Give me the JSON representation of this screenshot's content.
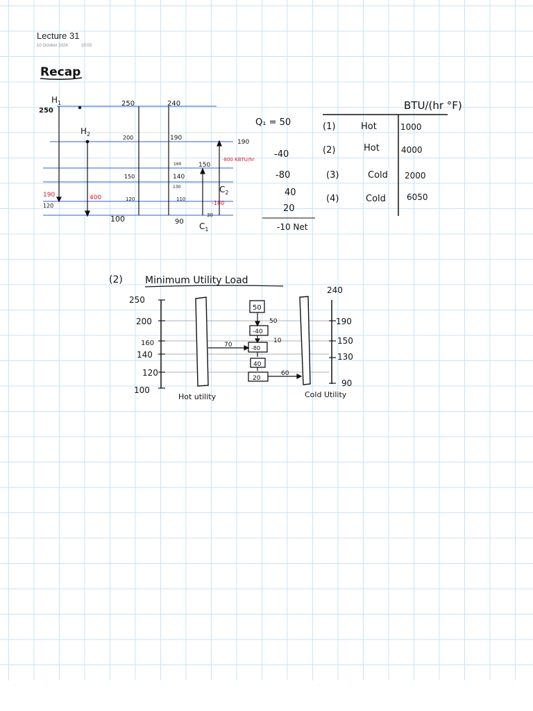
{
  "page": {
    "title": "Lecture 31",
    "date": "10 October 2024",
    "time": "10:03"
  },
  "recap": {
    "heading": "Recap",
    "streams": {
      "h1": "H",
      "h1_sub": "1",
      "h2": "H",
      "h2_sub": "2",
      "c1": "C",
      "c1_sub": "1",
      "c2": "C",
      "c2_sub": "2"
    },
    "left_temps": {
      "t250": "250",
      "t190_red": "190",
      "t120": "120",
      "q_red": "400"
    },
    "mid_temps": {
      "t250": "250",
      "t200": "200",
      "t150": "150",
      "t120": "120",
      "t100": "100"
    },
    "right_temps": {
      "t240": "240",
      "t190": "190",
      "t160": "160",
      "t140": "140",
      "t130": "130",
      "t110": "110",
      "t90": "90"
    },
    "c_temps": {
      "t190": "190",
      "t150": "150",
      "t30": "30",
      "q_red": "-800 KBTU/hr",
      "q2_red": "-180"
    },
    "q_values": {
      "q1": "Q₁ = 50",
      "q2": "-40",
      "q3": "-80",
      "q4": "40",
      "q5": "20",
      "net": "-10 Net"
    },
    "table": {
      "header": "BTU/(hr °F)",
      "rows": [
        {
          "num": "(1)",
          "type": "Hot",
          "value": "1000"
        },
        {
          "num": "(2)",
          "type": "Hot",
          "value": "4000"
        },
        {
          "num": "(3)",
          "type": "Cold",
          "value": "2000"
        },
        {
          "num": "(4)",
          "type": "Cold",
          "value": "6050"
        }
      ]
    }
  },
  "section2": {
    "heading_num": "(2)",
    "heading": "Minimum Utility Load",
    "left_axis": [
      "250",
      "200",
      "160",
      "140",
      "120",
      "100"
    ],
    "right_axis": [
      "240",
      "190",
      "150",
      "130",
      "90"
    ],
    "boxes": [
      "50",
      "-40",
      "-80",
      "40",
      "20"
    ],
    "flows": {
      "f50": "50",
      "f10": "10",
      "f70": "70",
      "f60": "60"
    },
    "hot_label": "Hot utility",
    "cold_label": "Cold Utility"
  }
}
